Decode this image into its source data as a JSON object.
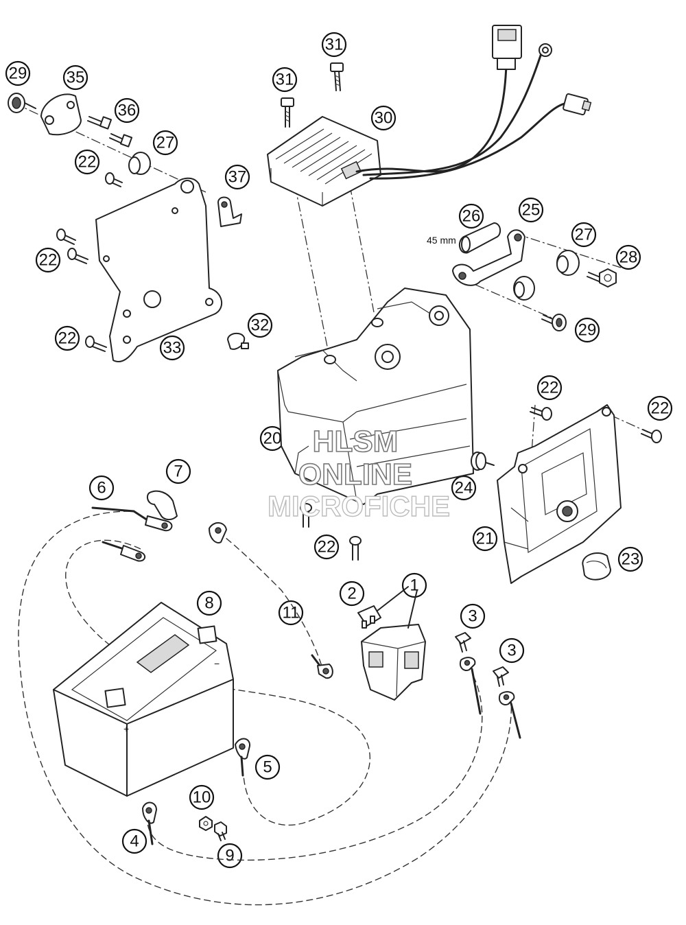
{
  "diagram": {
    "dimension_note": "45 mm",
    "battery_plus": "+",
    "battery_minus": "−",
    "watermark": {
      "line1": "HLSM",
      "line2": "ONLINE",
      "line3": "MICROFICHE"
    },
    "callouts": [
      {
        "id": "c1",
        "label": "1"
      },
      {
        "id": "c2",
        "label": "2"
      },
      {
        "id": "c3a",
        "label": "3"
      },
      {
        "id": "c3b",
        "label": "3"
      },
      {
        "id": "c4",
        "label": "4"
      },
      {
        "id": "c5",
        "label": "5"
      },
      {
        "id": "c6",
        "label": "6"
      },
      {
        "id": "c7",
        "label": "7"
      },
      {
        "id": "c8",
        "label": "8"
      },
      {
        "id": "c9",
        "label": "9"
      },
      {
        "id": "c10",
        "label": "10"
      },
      {
        "id": "c11",
        "label": "11"
      },
      {
        "id": "c20",
        "label": "20"
      },
      {
        "id": "c21",
        "label": "21"
      },
      {
        "id": "c22a",
        "label": "22"
      },
      {
        "id": "c22b",
        "label": "22"
      },
      {
        "id": "c22c",
        "label": "22"
      },
      {
        "id": "c22d",
        "label": "22"
      },
      {
        "id": "c22e",
        "label": "22"
      },
      {
        "id": "c22f",
        "label": "22"
      },
      {
        "id": "c23",
        "label": "23"
      },
      {
        "id": "c24",
        "label": "24"
      },
      {
        "id": "c25",
        "label": "25"
      },
      {
        "id": "c26",
        "label": "26"
      },
      {
        "id": "c27a",
        "label": "27"
      },
      {
        "id": "c27b",
        "label": "27"
      },
      {
        "id": "c28",
        "label": "28"
      },
      {
        "id": "c29a",
        "label": "29"
      },
      {
        "id": "c29b",
        "label": "29"
      },
      {
        "id": "c30",
        "label": "30"
      },
      {
        "id": "c31a",
        "label": "31"
      },
      {
        "id": "c31b",
        "label": "31"
      },
      {
        "id": "c32",
        "label": "32"
      },
      {
        "id": "c33",
        "label": "33"
      },
      {
        "id": "c35",
        "label": "35"
      },
      {
        "id": "c36",
        "label": "36"
      },
      {
        "id": "c37",
        "label": "37"
      }
    ]
  }
}
